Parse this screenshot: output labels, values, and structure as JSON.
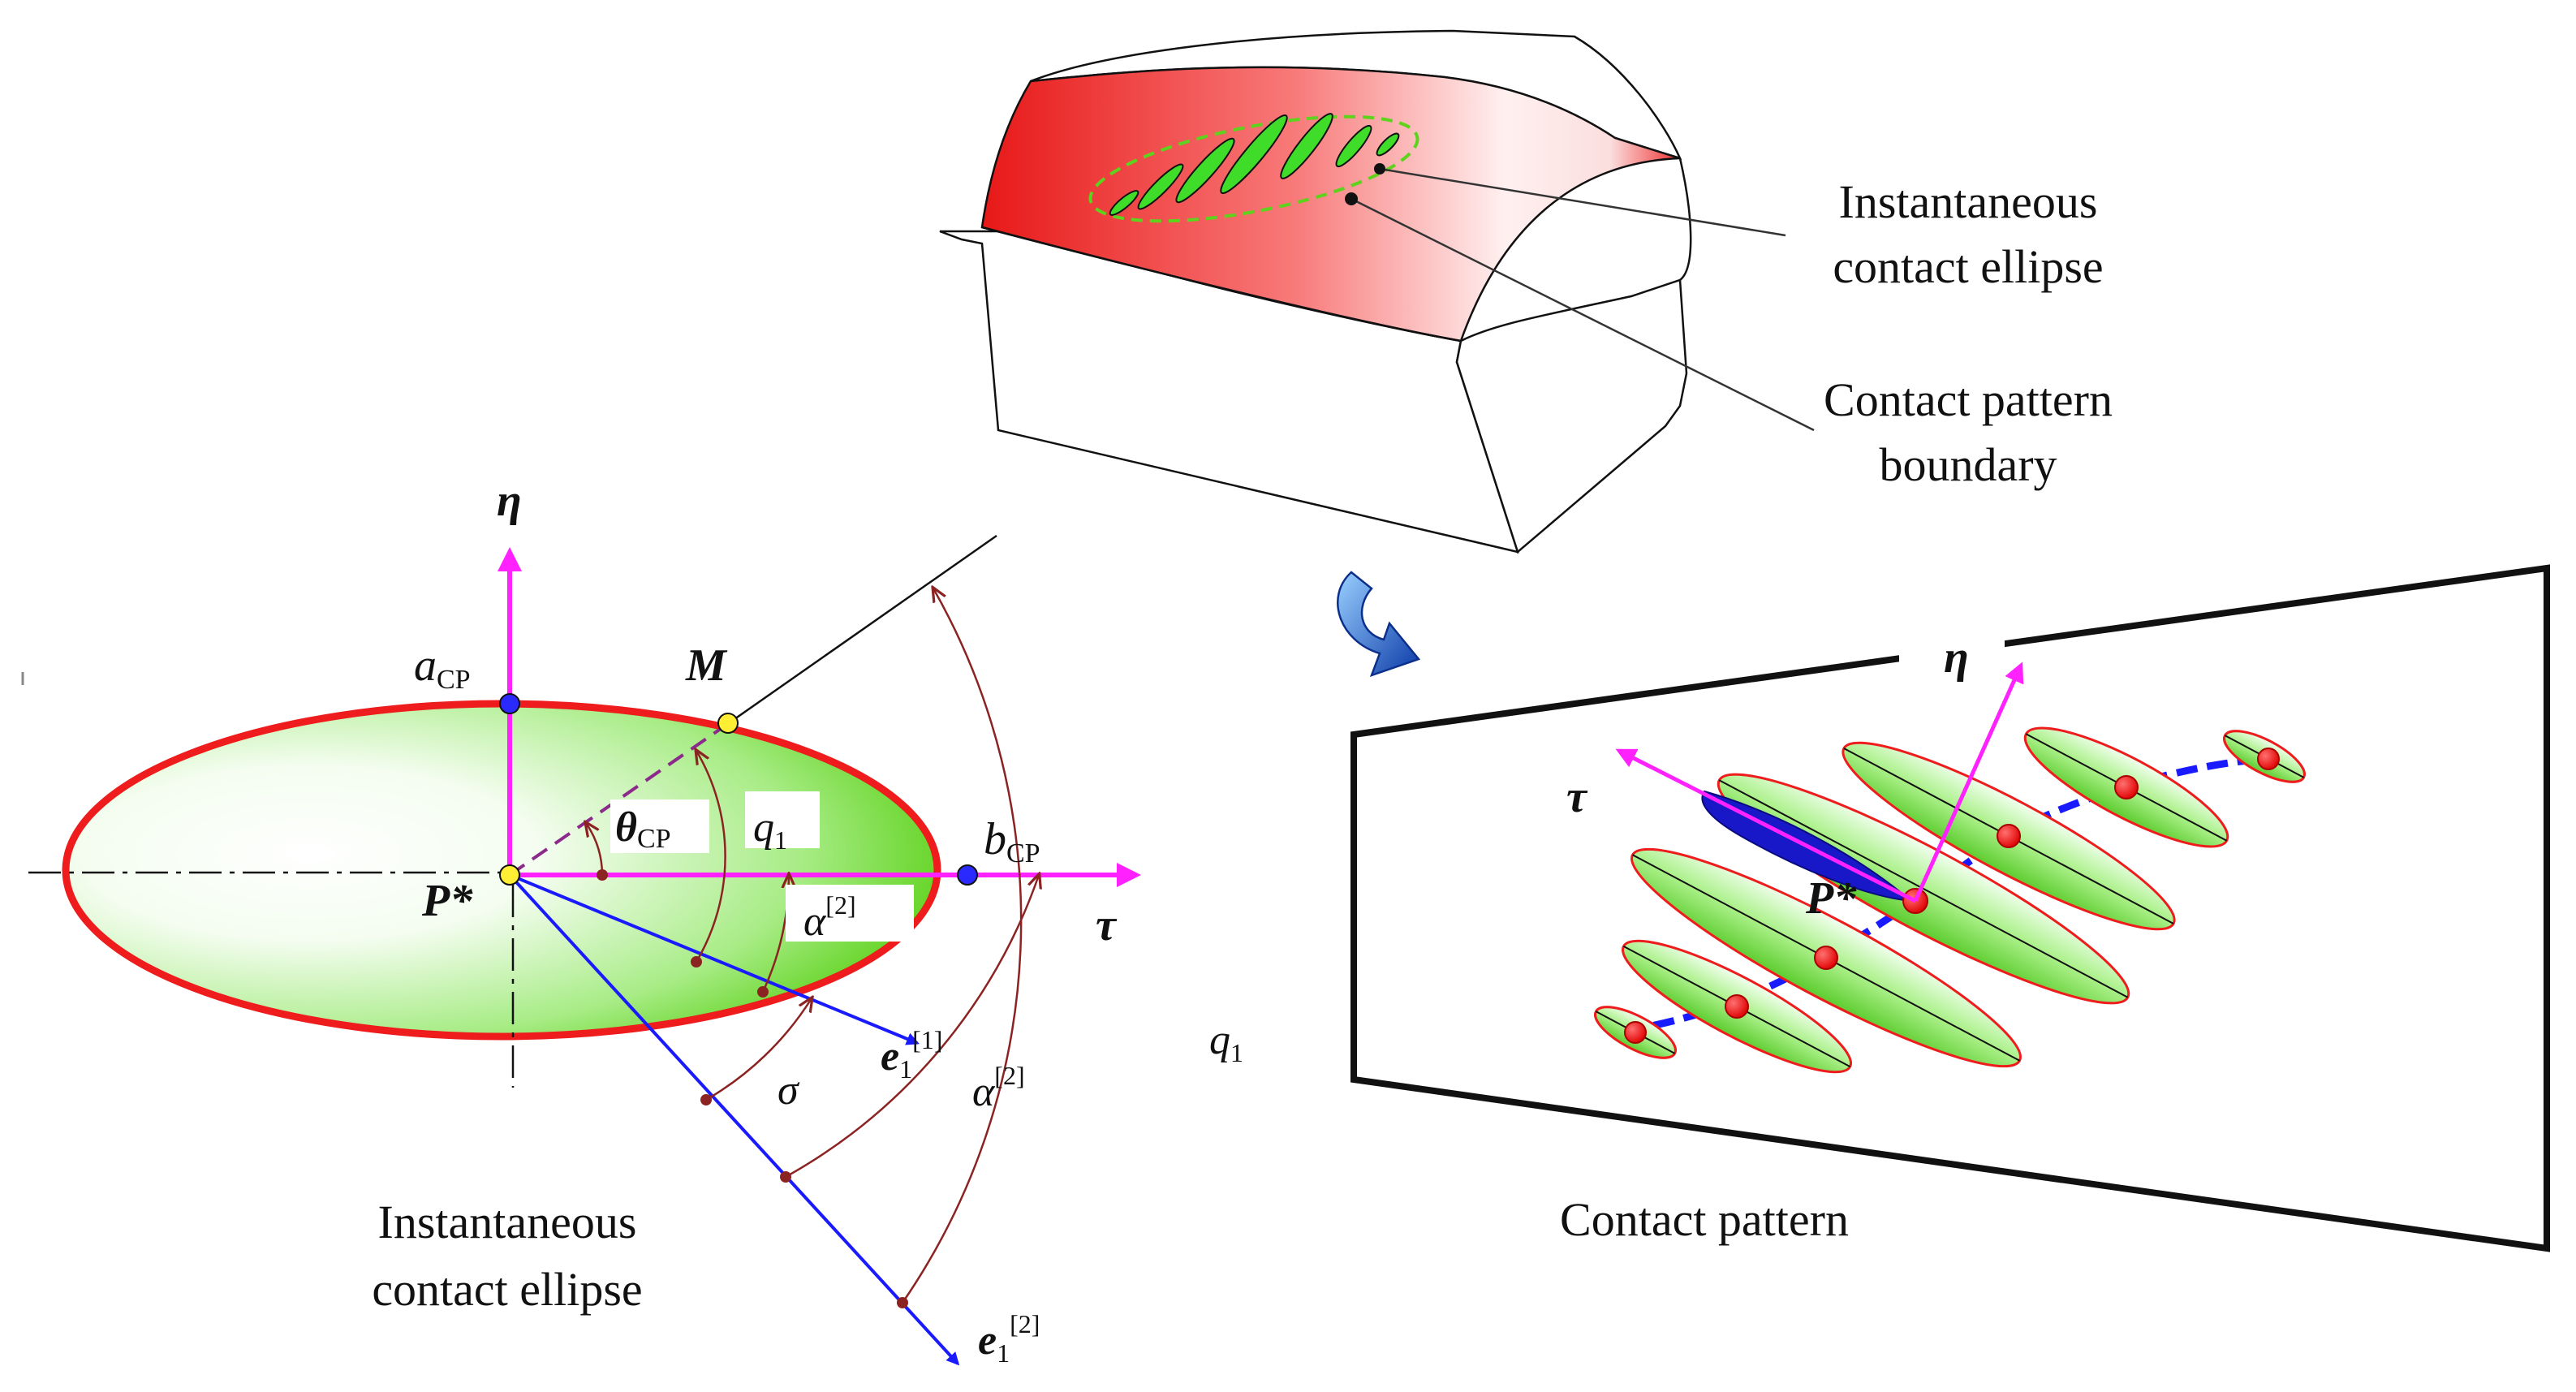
{
  "captions": {
    "inst_ellipse_top_1": "Instantaneous",
    "inst_ellipse_top_2": "contact ellipse",
    "cp_boundary_1": "Contact pattern",
    "cp_boundary_2": "boundary",
    "inst_ellipse_bottom_1": "Instantaneous",
    "inst_ellipse_bottom_2": "contact ellipse",
    "contact_pattern": "Contact pattern"
  },
  "symbols": {
    "eta": "η",
    "tau": "τ",
    "a": "a",
    "a_sub": "CP",
    "b": "b",
    "b_sub": "CP",
    "M": "M",
    "P": "P*",
    "theta": "θ",
    "theta_sub": "CP",
    "q": "q",
    "q_sub": "1",
    "alpha": "α",
    "alpha_sup": "[2]",
    "sigma": "σ",
    "e": "e",
    "e_sub": "1",
    "e1_sup": "[1]",
    "e2_sup": "[2]"
  },
  "colors": {
    "magenta": "#ff22ff",
    "red": "#ee1c1c",
    "blue": "#1a1aff",
    "brown": "#8b2323",
    "green": "#7ee05a",
    "dot_red": "#ff1a1a",
    "dot_yellow": "#ffee33",
    "dot_blue": "#2a2aff"
  },
  "icons": {
    "transition_arrow": "curved-arrow-icon"
  }
}
